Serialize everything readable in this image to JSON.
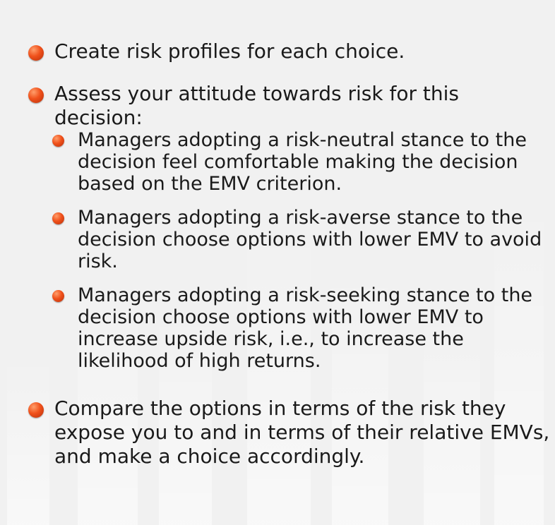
{
  "slide": {
    "items": [
      {
        "text": "Create risk profiles for each choice."
      },
      {
        "text": "Assess your attitude towards risk for this decision:",
        "subitems": [
          {
            "text": "Managers adopting a risk-neutral stance to the decision feel comfortable making the decision based on the EMV criterion."
          },
          {
            "text": "Managers adopting a risk-averse stance to the decision choose options with lower EMV to avoid risk."
          },
          {
            "text": "Managers adopting a risk-seeking stance to the decision choose options with lower EMV to increase upside risk, i.e., to increase the likelihood of high returns."
          }
        ]
      },
      {
        "text": "Compare the options in terms of the risk they expose you to and in terms of their relative EMVs, and make a choice accordingly."
      }
    ],
    "bullet_color": "#f0511b",
    "background_color": "#f1f1f1"
  }
}
